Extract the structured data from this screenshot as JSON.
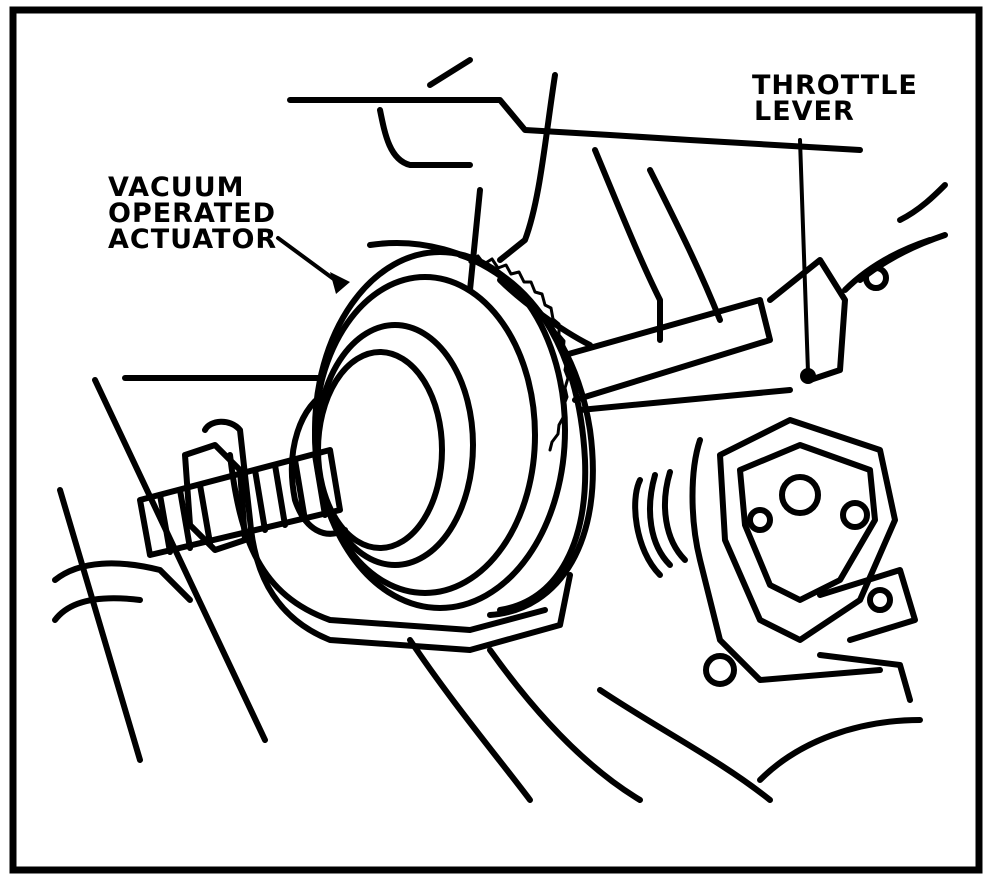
{
  "diagram": {
    "callouts": {
      "actuator": [
        "VACUUM",
        "OPERATED",
        "ACTUATOR"
      ],
      "throttle": [
        "THROTTLE",
        "LEVER"
      ]
    },
    "colors": {
      "ink": "#000000",
      "paper": "#ffffff"
    }
  }
}
